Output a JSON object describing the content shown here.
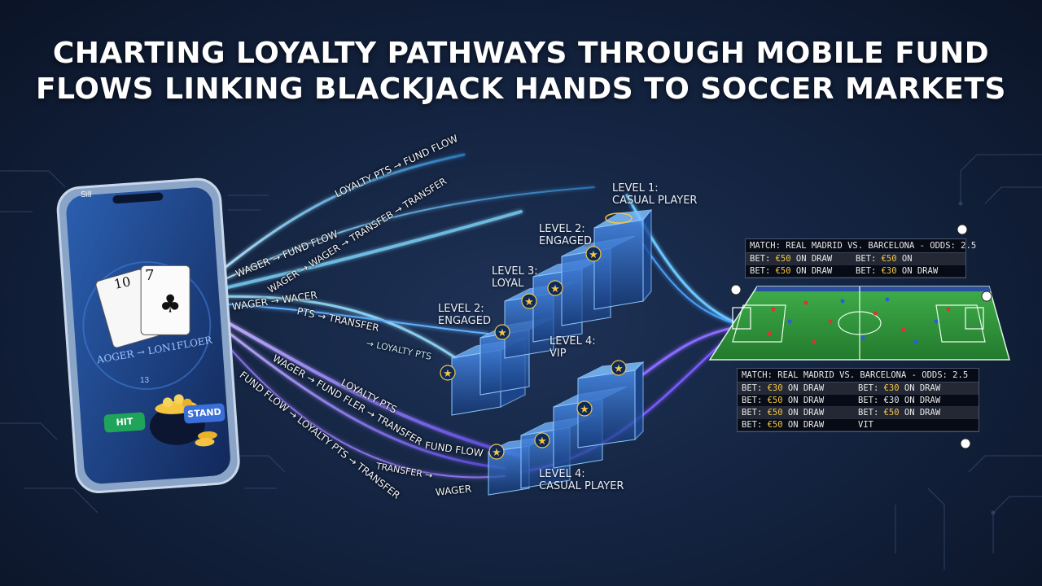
{
  "title": {
    "line1": "CHARTING LOYALTY PATHWAYS THROUGH MOBILE FUND",
    "line2": "FLOWS LINKING BLACKJACK HANDS TO SOCCER MARKETS"
  },
  "phone": {
    "status_left": "Sill",
    "card_left": "10",
    "card_right": "7",
    "arc_text": "AOGER → LON1FLOER",
    "sub_text": "13",
    "hit_label": "HIT",
    "stand_label": "STAND"
  },
  "flows": {
    "f1": "WAGER → FUND FLOW",
    "f2": "LOYALTY PTS → FUND FLOW",
    "f3": "WAGER → WAGER → TRANSFEB → TRANSFER",
    "f4": "WAGER → WACER",
    "f5": "PTS → TRANSFER",
    "f6": "→ LOYALTY PTS",
    "f7": "WAGER → FUND FLER → TRANSFER",
    "f8": "LOYALTY PTS",
    "f9": "FUND FLOW → LOYALTY PTS → TRANSFER",
    "f10": "FUND FLOW",
    "f11": "TRANSFER →",
    "f12": "WAGER"
  },
  "levels": {
    "top": {
      "level": "LEVEL 1:",
      "name": "CASUAL PLAYER"
    },
    "upper2": {
      "level": "LEVEL 2:",
      "name": "ENGAGED"
    },
    "upper3": {
      "level": "LEVEL 3:",
      "name": "LOYAL"
    },
    "lower2": {
      "level": "LEVEL 2:",
      "name": "ENGAGED"
    },
    "lower4": {
      "level": "LEVEL 4:",
      "name": "VIP"
    },
    "bottom4": {
      "level": "LEVEL 4:",
      "name": "CASUAL PLAYER"
    }
  },
  "panel_top": {
    "header": "MATCH: REAL MADRID VS. BARCELONA - ODDS: 2.5",
    "rows": [
      {
        "a_pre": "BET: ",
        "a_amt": "€50",
        "a_post": " ON DRAW",
        "b_pre": "BET: ",
        "b_amt": "€50",
        "b_post": " ON"
      },
      {
        "a_pre": "BET: ",
        "a_amt": "€50",
        "a_post": " ON DRAW",
        "b_pre": "BET: ",
        "b_amt": "€30",
        "b_post": " ON DRAW"
      }
    ]
  },
  "panel_bottom": {
    "header": "MATCH: REAL MADRID VS. BARCELONA - ODDS: 2.5",
    "rows": [
      {
        "a_pre": "BET: ",
        "a_amt": "€30",
        "a_post": " ON DRAW",
        "b_pre": "BET: ",
        "b_amt": "€30",
        "b_post": " ON DRAW"
      },
      {
        "a_pre": "BET: ",
        "a_amt": "€50",
        "a_post": " ON DRAW",
        "b_pre": "BET: ",
        "b_amt": "",
        "b_post": "€30 ON DRAW"
      },
      {
        "a_pre": "BET: ",
        "a_amt": "€50",
        "a_post": " ON DRAW",
        "b_pre": "BET: ",
        "b_amt": "€50",
        "b_post": " ON DRAW"
      },
      {
        "a_pre": "BET: ",
        "a_amt": "€50",
        "a_post": " ON DRAW",
        "b_pre": "",
        "b_amt": "",
        "b_post": "VIT"
      }
    ]
  },
  "colors": {
    "flow_cyan": "#5fd4ff",
    "flow_purple": "#8a6bff",
    "step_blue": "#3c7fe0",
    "gold": "#f5c542",
    "pitch": "#2f9a3c"
  }
}
